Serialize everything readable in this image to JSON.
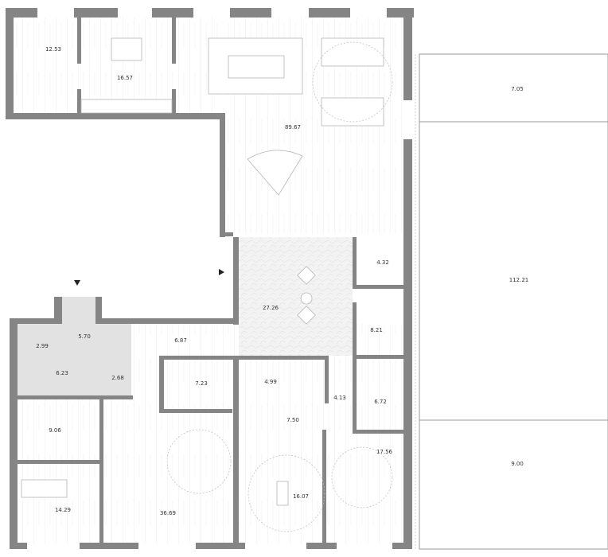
{
  "plan": {
    "colors": {
      "wall": "#858585",
      "floor_gray": "#e2e2e2",
      "hall_floor": "#f1f1f1",
      "line": "#9a9a9a"
    },
    "rooms": [
      {
        "id": "room-1",
        "area": "12.53"
      },
      {
        "id": "room-kitchen",
        "area": "16.57"
      },
      {
        "id": "room-living",
        "area": "89.67"
      },
      {
        "id": "balcony-top",
        "area": "7.05"
      },
      {
        "id": "balcony-main",
        "area": "112.21"
      },
      {
        "id": "balcony-bottom",
        "area": "9.00"
      },
      {
        "id": "room-wc",
        "area": "4.32"
      },
      {
        "id": "room-hall",
        "area": "27.26"
      },
      {
        "id": "room-closet-1",
        "area": "8.21"
      },
      {
        "id": "room-closet-2",
        "area": "6.72"
      },
      {
        "id": "room-corridor-2",
        "area": "4.13"
      },
      {
        "id": "room-bedroom-3",
        "area": "17.56"
      },
      {
        "id": "room-bedroom-2",
        "area": "16.07"
      },
      {
        "id": "room-dressing",
        "area": "7.50"
      },
      {
        "id": "room-bath-2",
        "area": "4.99"
      },
      {
        "id": "room-bath-1",
        "area": "7.23"
      },
      {
        "id": "room-corridor-1",
        "area": "6.87"
      },
      {
        "id": "room-entry",
        "area": "5.70"
      },
      {
        "id": "room-wc-2",
        "area": "2.99"
      },
      {
        "id": "room-laundry",
        "area": "6.23"
      },
      {
        "id": "room-storage",
        "area": "2.68"
      },
      {
        "id": "room-wardrobe",
        "area": "9.06"
      },
      {
        "id": "room-study",
        "area": "14.29"
      },
      {
        "id": "room-master",
        "area": "36.69"
      }
    ],
    "markers": [
      "entrance-arrow-down",
      "entrance-arrow-right"
    ]
  }
}
